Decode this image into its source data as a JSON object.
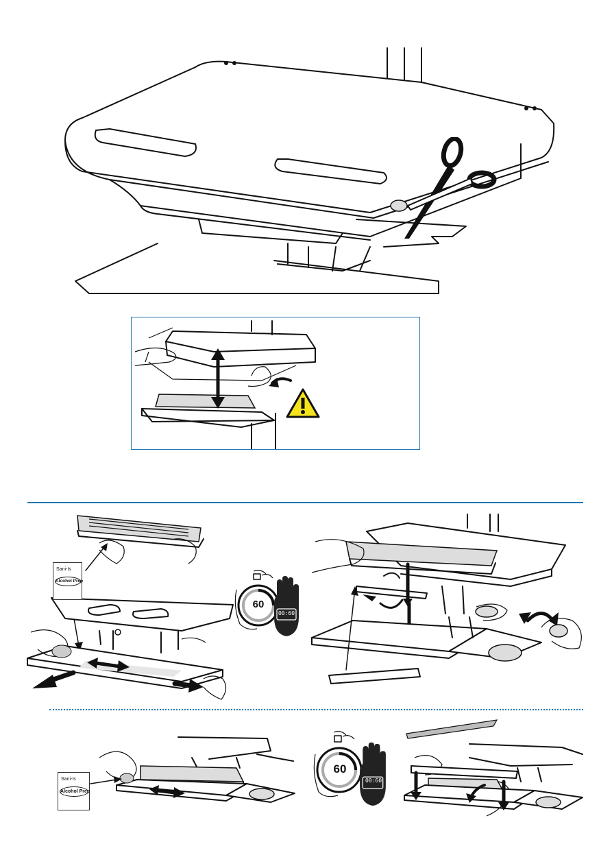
{
  "colors": {
    "divider": "#1f78b4",
    "dotted_divider": "#1f78b4",
    "warning_fill": "#f4e31b",
    "ink": "#111111",
    "hand_dark": "#222222"
  },
  "icons": {
    "scissors": "scissors-icon",
    "warning": "warning-triangle-icon",
    "stopwatch": "stopwatch-icon",
    "hand": "stop-hand-icon"
  },
  "packet_top": {
    "brand": "Sani-Is",
    "label": "Alcohol Prep"
  },
  "packet_bottom": {
    "brand": "Sani-Is",
    "label": "Alcohol Prep"
  },
  "timer_top": {
    "seconds": "60",
    "display": "00:60"
  },
  "timer_bottom": {
    "seconds": "60",
    "display": "00:60"
  }
}
